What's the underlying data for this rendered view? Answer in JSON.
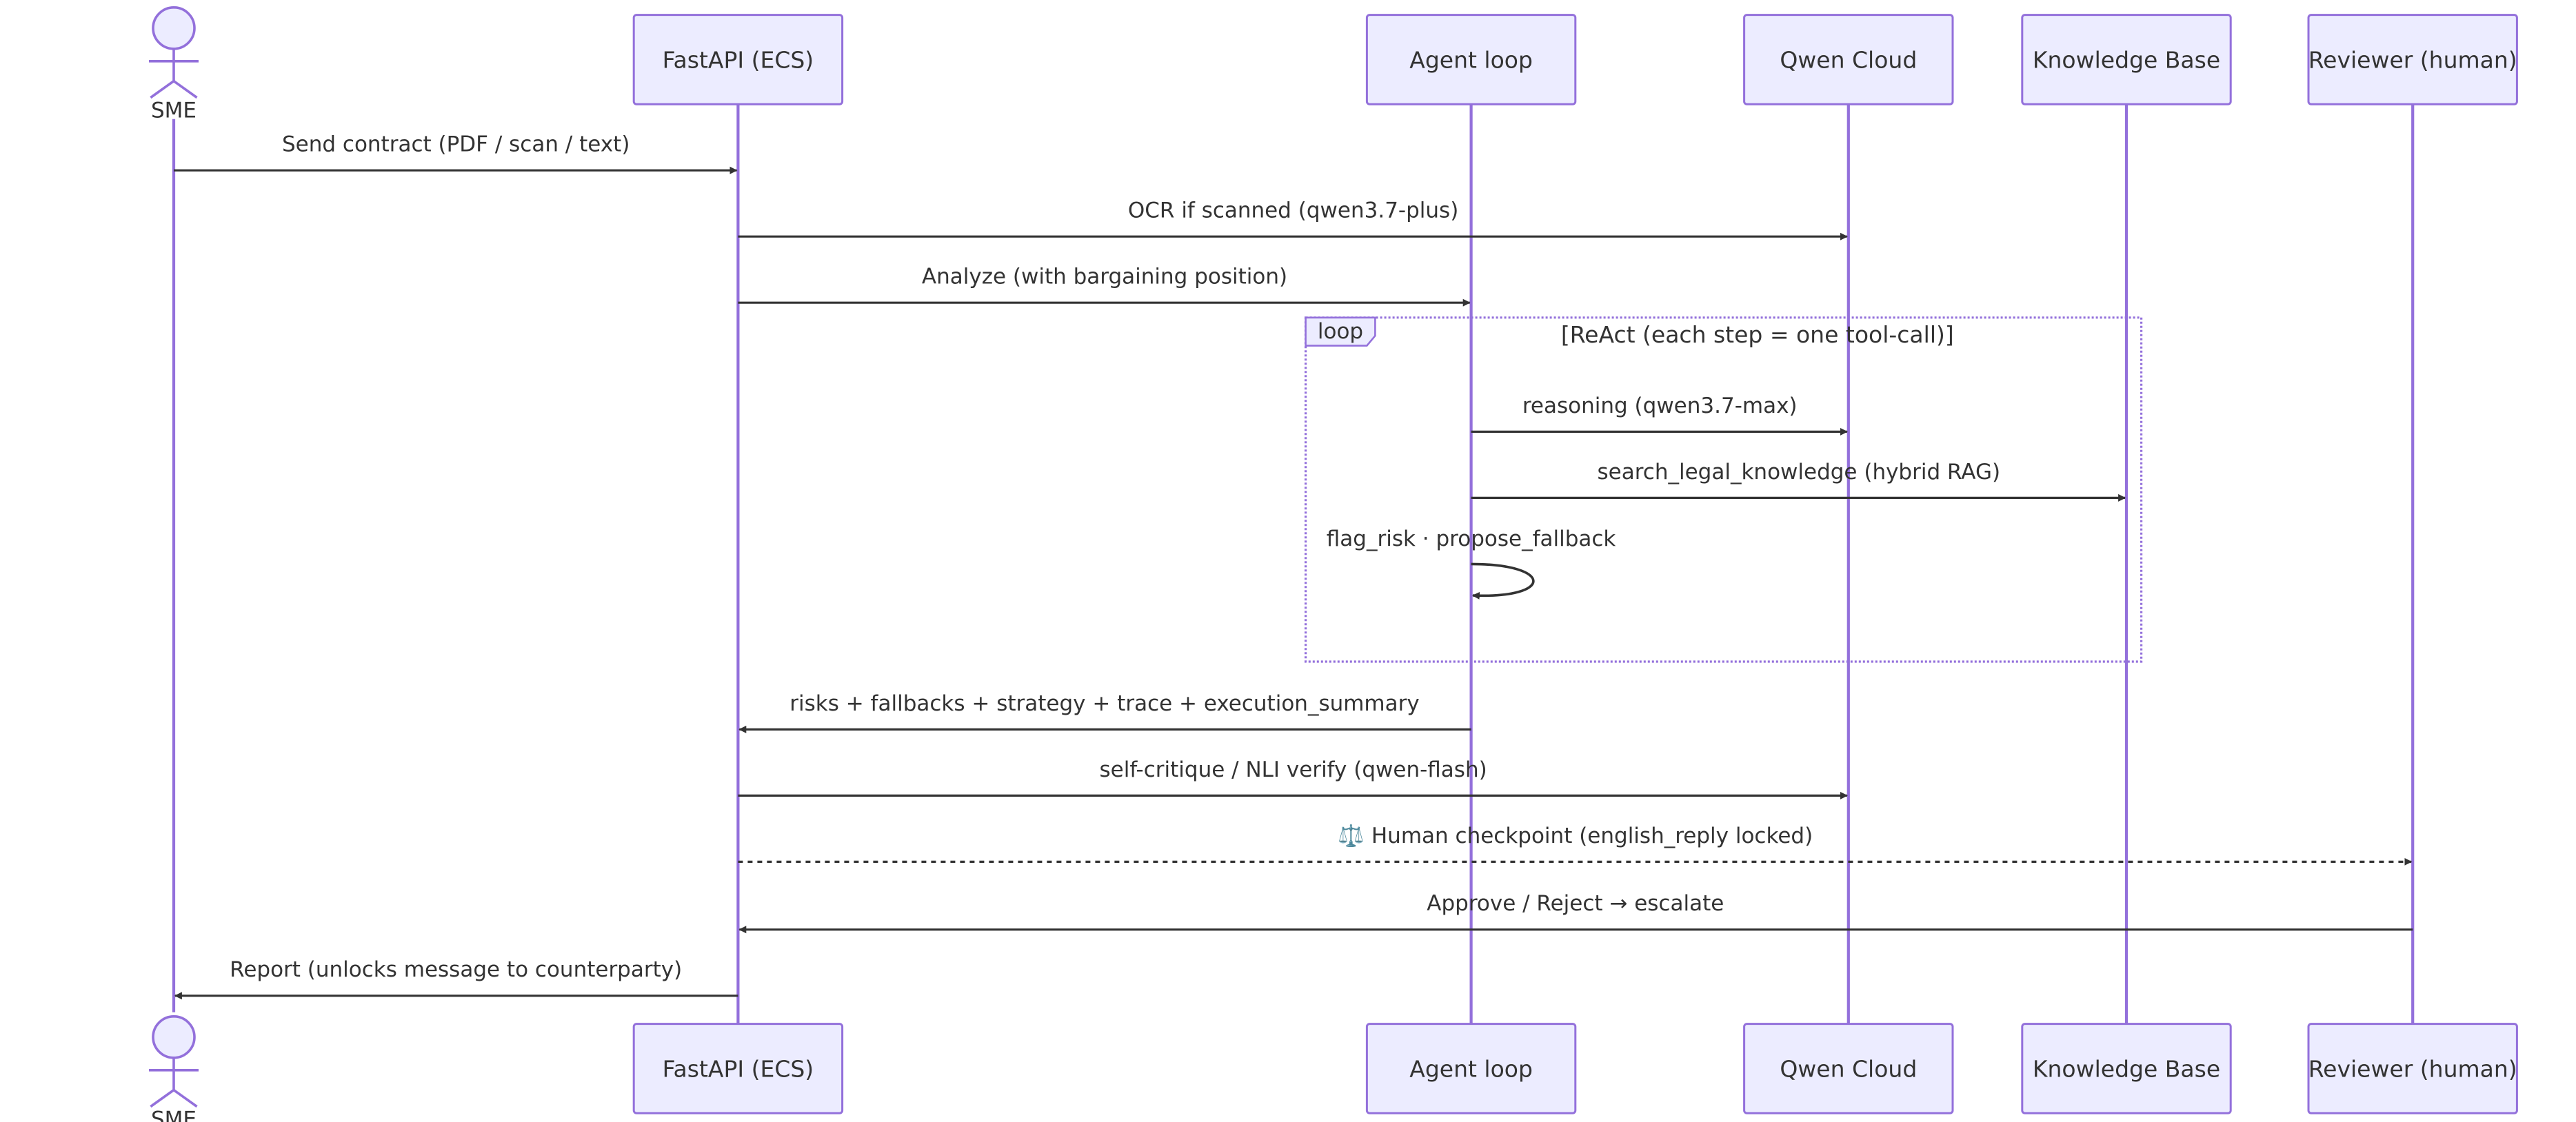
{
  "participants": [
    {
      "id": "sme",
      "label": "SME",
      "kind": "actor"
    },
    {
      "id": "api",
      "label": "FastAPI (ECS)",
      "kind": "box"
    },
    {
      "id": "agent",
      "label": "Agent loop",
      "kind": "box"
    },
    {
      "id": "qwen",
      "label": "Qwen Cloud",
      "kind": "box"
    },
    {
      "id": "kb",
      "label": "Knowledge Base",
      "kind": "box"
    },
    {
      "id": "reviewer",
      "label": "Reviewer (human)",
      "kind": "box"
    }
  ],
  "messages": [
    {
      "from": "sme",
      "to": "api",
      "text": "Send contract (PDF / scan / text)",
      "style": "solid"
    },
    {
      "from": "api",
      "to": "qwen",
      "text": "OCR if scanned (qwen3.7-plus)",
      "style": "solid"
    },
    {
      "from": "api",
      "to": "agent",
      "text": "Analyze (with bargaining position)",
      "style": "solid"
    },
    {
      "from": "agent",
      "to": "qwen",
      "text": "reasoning (qwen3.7-max)",
      "style": "solid"
    },
    {
      "from": "agent",
      "to": "kb",
      "text": "search_legal_knowledge (hybrid RAG)",
      "style": "solid"
    },
    {
      "from": "agent",
      "to": "agent",
      "text": "flag_risk · propose_fallback",
      "style": "self"
    },
    {
      "from": "agent",
      "to": "api",
      "text": "risks + fallbacks + strategy + trace + execution_summary",
      "style": "solid"
    },
    {
      "from": "api",
      "to": "qwen",
      "text": "self-critique / NLI verify (qwen-flash)",
      "style": "solid"
    },
    {
      "from": "api",
      "to": "reviewer",
      "text": "⚖️ Human checkpoint (english_reply locked)",
      "style": "dotted"
    },
    {
      "from": "reviewer",
      "to": "api",
      "text": "Approve / Reject → escalate",
      "style": "solid"
    },
    {
      "from": "api",
      "to": "sme",
      "text": "Report (unlocks message to counterparty)",
      "style": "solid"
    }
  ],
  "loop": {
    "tag": "loop",
    "condition": "[ReAct (each step = one tool-call)]"
  },
  "colors": {
    "lifeline": "#9370db",
    "box_fill": "#ececff",
    "box_stroke": "#9370db",
    "text": "#333333",
    "arrow": "#333333"
  }
}
